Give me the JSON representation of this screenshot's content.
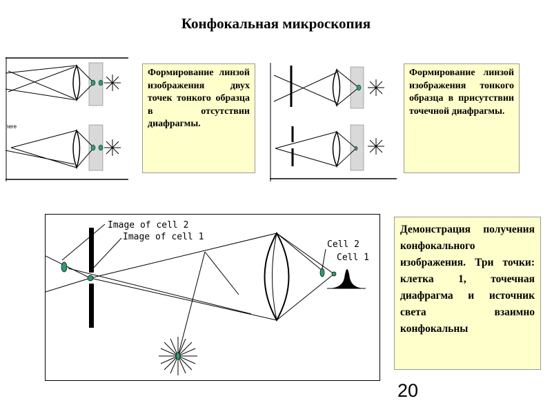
{
  "title": "Конфокальная микроскопия",
  "panel1": {
    "caption": "Формирование линзой изображения двух точек тонкого образца в отсутствии диафрагмы.",
    "side_label": "here"
  },
  "panel2": {
    "caption": "Формирование линзой изображения тонкого образца в присутствии точечной диафрагмы."
  },
  "panel3": {
    "caption": "Демонстрация получения конфокального изображения. Три точки: клетка 1, точечная диафрагма и источник света взаимно конфокальны",
    "labels": {
      "image_cell2": "Image of cell 2",
      "image_cell1": "Image of cell 1",
      "cell2": "Cell 2",
      "cell1": "Cell 1"
    }
  },
  "page_number": "20",
  "colors": {
    "caption_bg": "#ffffcc",
    "spot": "#2e9e6e",
    "lens": "#000000"
  }
}
